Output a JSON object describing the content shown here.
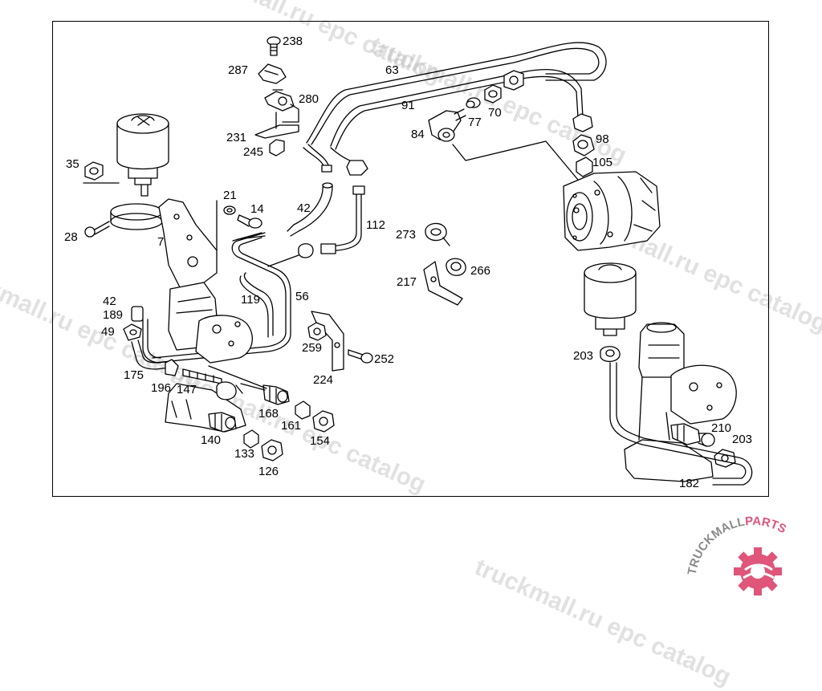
{
  "watermark": "truckmall.ru epc catalog",
  "logo": {
    "text_a": "TRUCKMALL",
    "text_b": "PARTS",
    "color_a": "#8a8a8a",
    "color_b": "#e0557a"
  },
  "callouts": [
    {
      "id": "238",
      "text": "238"
    },
    {
      "id": "287",
      "text": "287"
    },
    {
      "id": "280",
      "text": "280"
    },
    {
      "id": "231",
      "text": "231"
    },
    {
      "id": "245",
      "text": "245"
    },
    {
      "id": "63",
      "text": "63"
    },
    {
      "id": "91",
      "text": "91"
    },
    {
      "id": "77",
      "text": "77"
    },
    {
      "id": "70",
      "text": "70"
    },
    {
      "id": "84",
      "text": "84"
    },
    {
      "id": "98",
      "text": "98"
    },
    {
      "id": "105",
      "text": "105"
    },
    {
      "id": "35",
      "text": "35"
    },
    {
      "id": "21",
      "text": "21"
    },
    {
      "id": "14",
      "text": "14"
    },
    {
      "id": "42a",
      "text": "42"
    },
    {
      "id": "112",
      "text": "112"
    },
    {
      "id": "28",
      "text": "28"
    },
    {
      "id": "7",
      "text": "7"
    },
    {
      "id": "273",
      "text": "273"
    },
    {
      "id": "266",
      "text": "266"
    },
    {
      "id": "217",
      "text": "217"
    },
    {
      "id": "42b",
      "text": "42"
    },
    {
      "id": "189",
      "text": "189"
    },
    {
      "id": "49",
      "text": "49"
    },
    {
      "id": "119",
      "text": "119"
    },
    {
      "id": "56",
      "text": "56"
    },
    {
      "id": "259",
      "text": "259"
    },
    {
      "id": "252",
      "text": "252"
    },
    {
      "id": "224",
      "text": "224"
    },
    {
      "id": "175",
      "text": "175"
    },
    {
      "id": "196",
      "text": "196"
    },
    {
      "id": "147",
      "text": "147"
    },
    {
      "id": "168",
      "text": "168"
    },
    {
      "id": "161",
      "text": "161"
    },
    {
      "id": "154",
      "text": "154"
    },
    {
      "id": "140",
      "text": "140"
    },
    {
      "id": "133",
      "text": "133"
    },
    {
      "id": "126",
      "text": "126"
    },
    {
      "id": "203a",
      "text": "203"
    },
    {
      "id": "210",
      "text": "210"
    },
    {
      "id": "203b",
      "text": "203"
    },
    {
      "id": "182",
      "text": "182"
    }
  ]
}
